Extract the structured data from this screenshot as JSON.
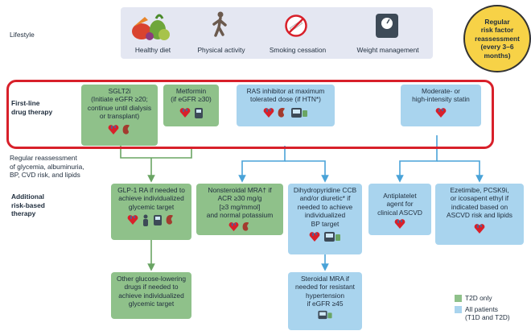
{
  "lifestyle": {
    "label": "Lifestyle",
    "items": [
      {
        "label": "Healthy diet",
        "icon": "healthy-food-icon"
      },
      {
        "label": "Physical activity",
        "icon": "walking-person-icon"
      },
      {
        "label": "Smoking cessation",
        "icon": "no-smoking-icon"
      },
      {
        "label": "Weight management",
        "icon": "scale-icon"
      }
    ]
  },
  "reassessment_circle": {
    "lines": [
      "Regular",
      "risk factor",
      "reassessment",
      "(every 3–6",
      "months)"
    ]
  },
  "first_line": {
    "label_lines": [
      "First-line",
      "drug therapy"
    ],
    "boxes": {
      "sglt2i": [
        "SGLT2i",
        "(Initiate eGFR ≥20;",
        "continue until dialysis",
        "or transplant)"
      ],
      "metformin": [
        "Metformin",
        "(if eGFR ≥30)"
      ],
      "ras": [
        "RAS inhibitor at maximum",
        "tolerated dose (if HTN*)"
      ],
      "statin": [
        "Moderate- or",
        "high-intensity statin"
      ]
    }
  },
  "regular_reassessment": {
    "lines": [
      "Regular reassessment",
      "of glycemia, albuminuria,",
      "BP, CVD risk, and lipids"
    ]
  },
  "additional": {
    "label_lines": [
      "Additional",
      "risk-based",
      "therapy"
    ],
    "boxes": {
      "glp1": [
        "GLP-1 RA if needed to",
        "achieve individualized",
        "glycemic target"
      ],
      "nsmra": [
        "Nonsteroidal MRA† if",
        "ACR ≥30 mg/g",
        "[≥3 mg/mmol]",
        "and normal potassium"
      ],
      "ccb": [
        "Dihydropyridine CCB",
        "and/or diuretic* if",
        "needed to achieve",
        "individualized",
        "BP target"
      ],
      "antiplatelet": [
        "Antiplatelet",
        "agent for",
        "clinical ASCVD"
      ],
      "ezetimibe": [
        "Ezetimibe, PCSK9i,",
        "or icosapent ethyl if",
        "indicated based on",
        "ASCVD risk and lipids"
      ],
      "other_glucose": [
        "Other glucose-lowering",
        "drugs if needed to",
        "achieve individualized",
        "glycemic target"
      ],
      "steroidal_mra": [
        "Steroidal MRA if",
        "needed for resistant",
        "hypertension",
        "if eGFR ≥45"
      ]
    }
  },
  "legend": {
    "t2d": "T2D only",
    "all_lines": [
      "All patients",
      "(T1D and T2D)"
    ]
  },
  "colors": {
    "green_box": "#8fc18a",
    "blue_box": "#a9d4ee",
    "red_frame": "#d8202a",
    "connector_green": "#6aa564",
    "connector_blue": "#4aa3d8",
    "circle_fill": "#f7d247"
  }
}
